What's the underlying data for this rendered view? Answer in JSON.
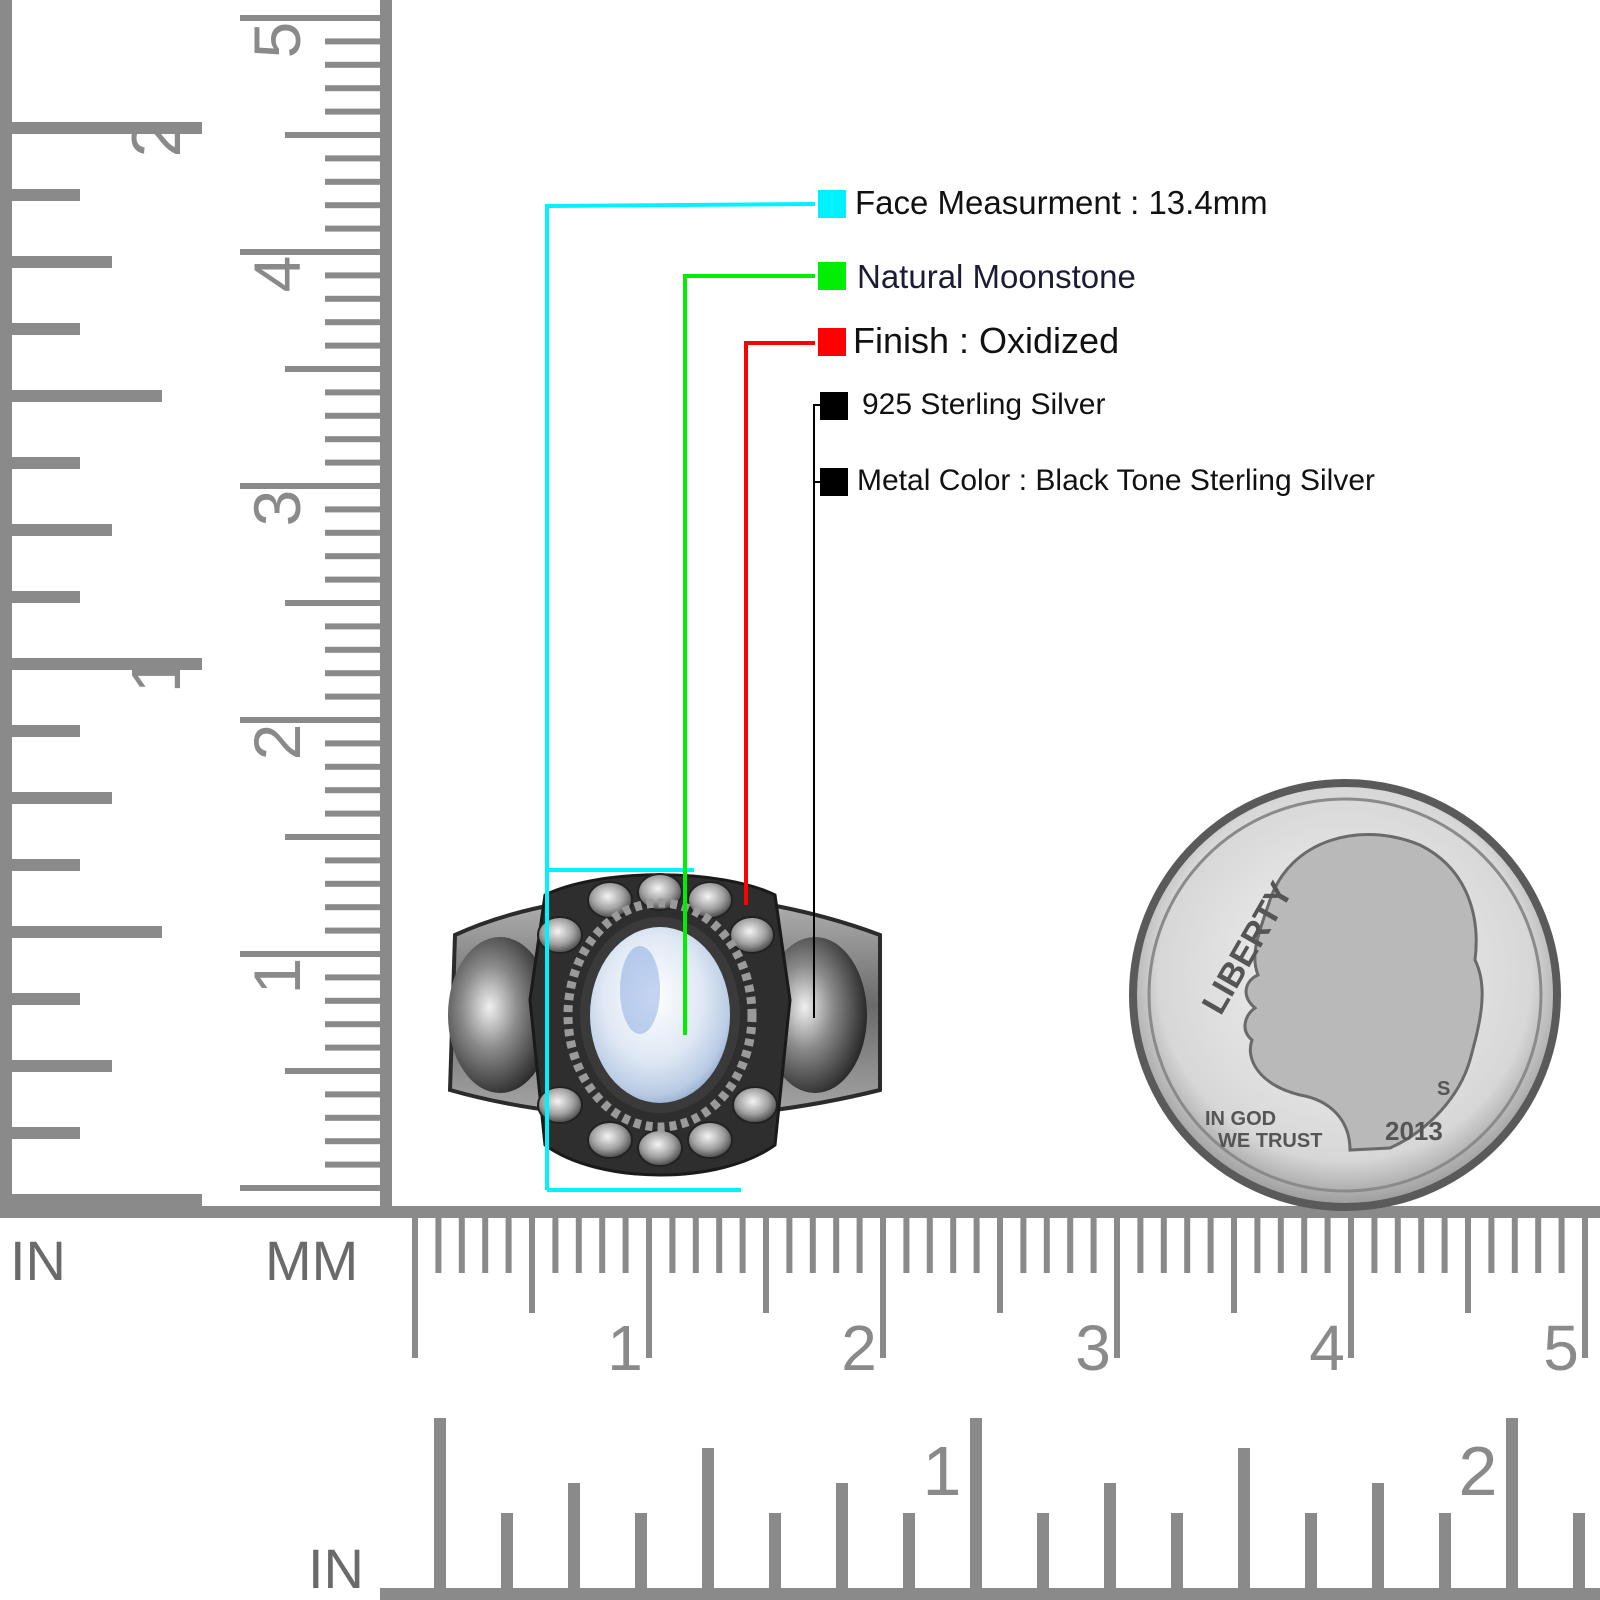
{
  "callouts": [
    {
      "id": "face",
      "label": "Face Measurment : 13.4mm",
      "color": "#00f2ff"
    },
    {
      "id": "stone",
      "label": "Natural Moonstone",
      "color": "#00ee00"
    },
    {
      "id": "finish",
      "label": "Finish : Oxidized",
      "color": "#ff0000"
    },
    {
      "id": "metal",
      "label": "925 Sterling Silver",
      "color": "#000000"
    },
    {
      "id": "tone",
      "label": "Metal Color : Black Tone Sterling Silver",
      "color": "#000000"
    }
  ],
  "rulers": {
    "unit_in": "IN",
    "unit_mm": "MM",
    "vertical_mm_labels": [
      "1",
      "2",
      "3",
      "4",
      "5"
    ],
    "vertical_in_labels": [
      "1",
      "2"
    ],
    "horizontal_mm_labels": [
      "1",
      "2",
      "3",
      "4",
      "5"
    ],
    "horizontal_in_labels": [
      "1",
      "2"
    ]
  },
  "coin": {
    "legend_top": "LIBERTY",
    "motto_line1": "IN GOD",
    "motto_line2": "WE TRUST",
    "year": "2013",
    "mint_mark": "S"
  },
  "colors": {
    "ruler_gray": "#8a8a8a",
    "ring_metal": "#6f6f6f",
    "moonstone": "#dfe8f4"
  }
}
